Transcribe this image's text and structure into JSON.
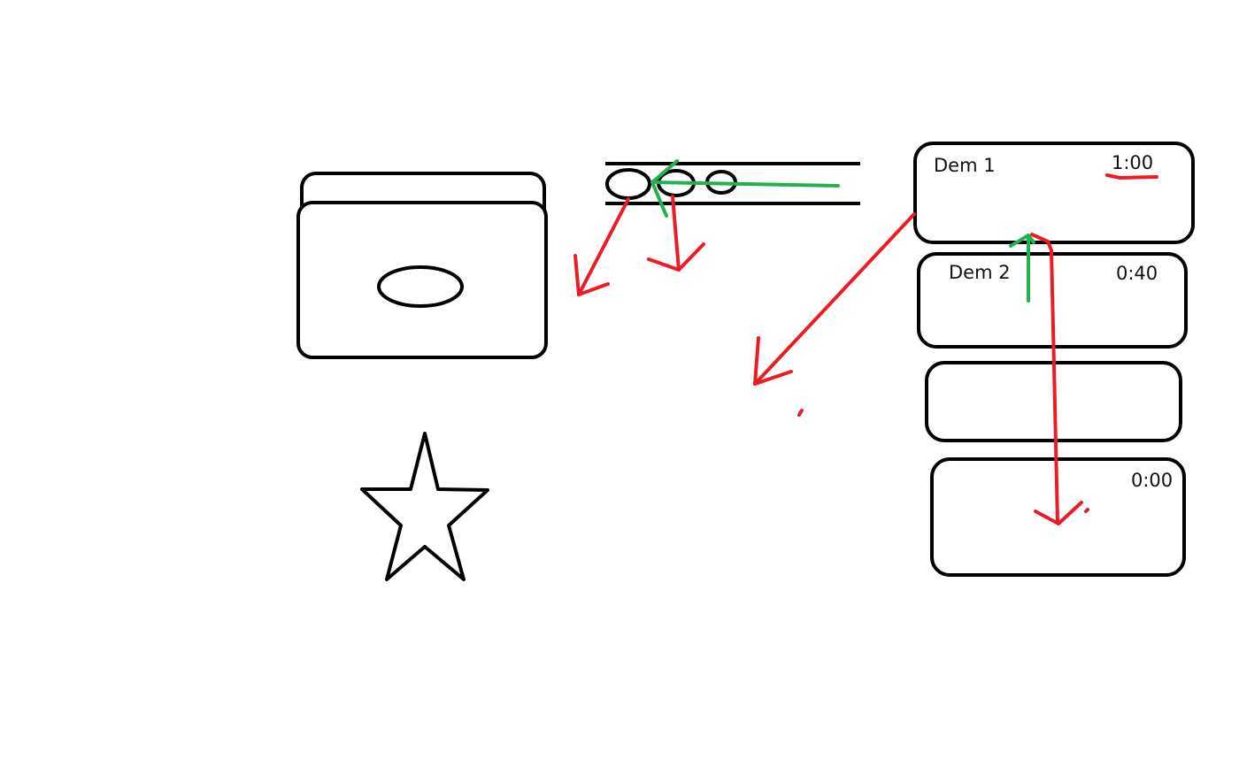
{
  "colors": {
    "ink": "#000000",
    "red": "#ed1c24",
    "green": "#22b14c"
  },
  "cards": [
    {
      "label": "Dem 1",
      "time": "1:00"
    },
    {
      "label": "Dem 2",
      "time": "0:40"
    },
    {
      "label": "",
      "time": ""
    },
    {
      "label": "",
      "time": "0:00"
    }
  ],
  "icons": [
    "window-stack-icon",
    "star-icon",
    "carousel-track-icon"
  ]
}
